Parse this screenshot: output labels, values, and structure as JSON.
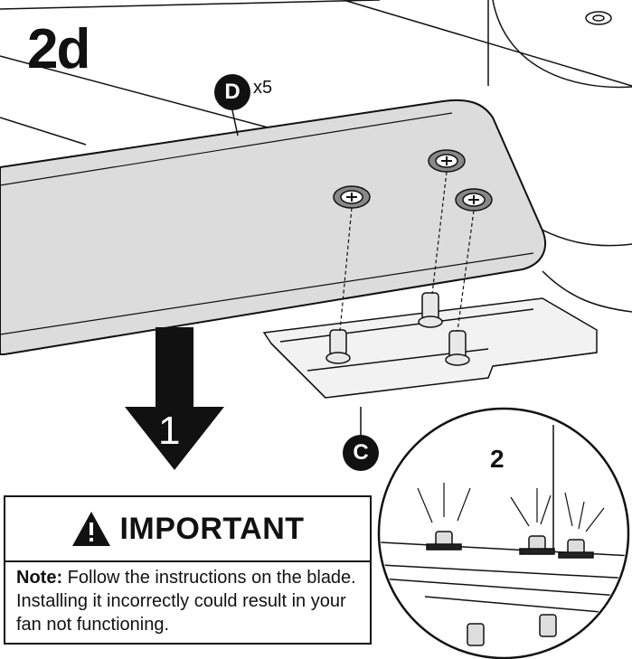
{
  "step": {
    "label": "2d"
  },
  "callouts": {
    "part_d": {
      "letter": "D",
      "quantity": "x5"
    },
    "part_c": {
      "letter": "C"
    },
    "arrow_step": "1",
    "detail_step": "2"
  },
  "notice": {
    "icon": "warning-triangle-icon",
    "title": "IMPORTANT",
    "note_label": "Note:",
    "note_text": " Follow the instructions on the blade. Installing it incorrectly could result in your fan not functioning."
  },
  "colors": {
    "ink": "#111111",
    "blade_fill": "#dcdcdc",
    "background": "#ffffff"
  }
}
